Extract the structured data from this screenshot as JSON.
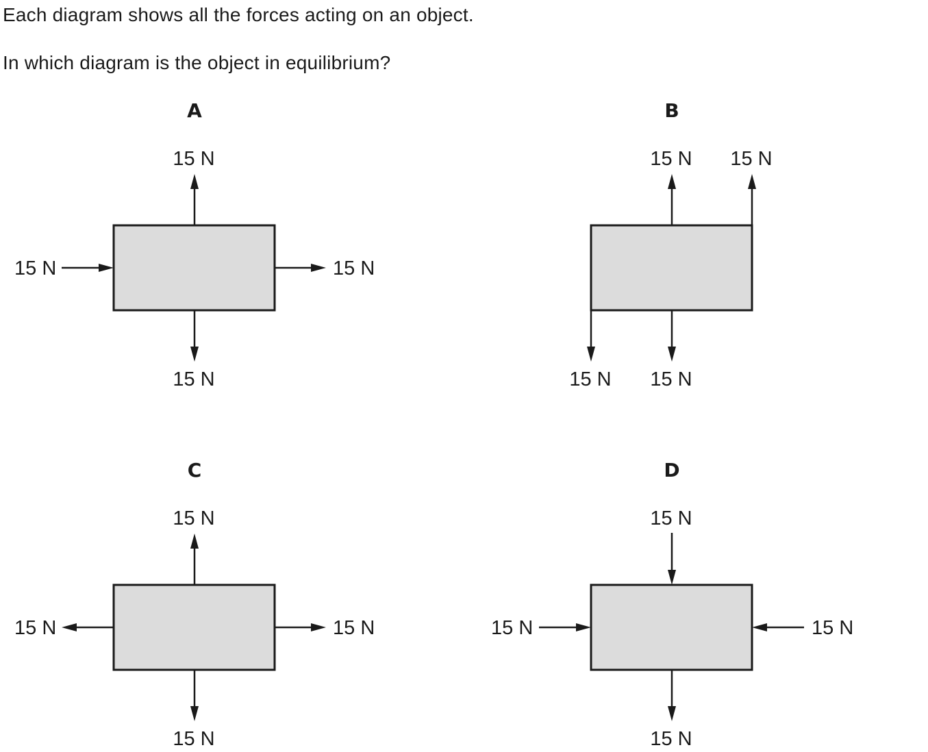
{
  "question": {
    "line1": "Each diagram shows all the forces acting on an object.",
    "line2": "In which diagram is the object in equilibrium?"
  },
  "colors": {
    "object_fill": "#dcdcdc",
    "ink": "#1a1a1a"
  },
  "options": [
    {
      "letter": "A",
      "forces": [
        {
          "label": "15 N",
          "direction": "up",
          "position": "top"
        },
        {
          "label": "15 N",
          "direction": "right",
          "position": "left-side-pushing-in"
        },
        {
          "label": "15 N",
          "direction": "right",
          "position": "right-side-pulling-out"
        },
        {
          "label": "15 N",
          "direction": "down",
          "position": "bottom"
        }
      ]
    },
    {
      "letter": "B",
      "forces": [
        {
          "label": "15 N",
          "direction": "up",
          "position": "top-centre"
        },
        {
          "label": "15 N",
          "direction": "up",
          "position": "top-right-corner"
        },
        {
          "label": "15 N",
          "direction": "down",
          "position": "bottom-left-corner"
        },
        {
          "label": "15 N",
          "direction": "down",
          "position": "bottom-centre"
        }
      ]
    },
    {
      "letter": "C",
      "forces": [
        {
          "label": "15 N",
          "direction": "up",
          "position": "top"
        },
        {
          "label": "15 N",
          "direction": "left",
          "position": "left-side-pulling-out"
        },
        {
          "label": "15 N",
          "direction": "right",
          "position": "right-side-pulling-out"
        },
        {
          "label": "15 N",
          "direction": "down",
          "position": "bottom"
        }
      ]
    },
    {
      "letter": "D",
      "forces": [
        {
          "label": "15 N",
          "direction": "down",
          "position": "top-pushing-in"
        },
        {
          "label": "15 N",
          "direction": "right",
          "position": "left-side-pushing-in"
        },
        {
          "label": "15 N",
          "direction": "left",
          "position": "right-side-pushing-in"
        },
        {
          "label": "15 N",
          "direction": "down",
          "position": "bottom-pulling-out"
        }
      ]
    }
  ]
}
